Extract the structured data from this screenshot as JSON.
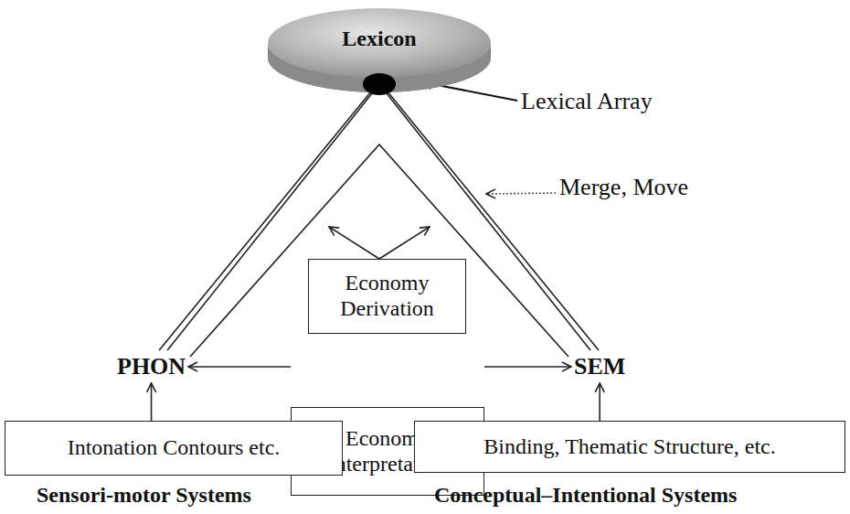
{
  "diagram": {
    "nodes": [
      {
        "text": [
          "Lexicon"
        ]
      },
      {
        "text": [
          "Economy Derivation"
        ]
      },
      {
        "text": [
          "PHON"
        ]
      },
      {
        "text": [
          "Economy Interpretation"
        ]
      },
      {
        "text": [
          "SEM"
        ]
      },
      {
        "text": [
          "Intonation Contours etc.",
          "Sensori-motor Systems"
        ]
      },
      {
        "text": [
          "Binding, Thematic Structure, etc.",
          "Conceptual–Intentional Systems"
        ]
      }
    ],
    "edges": [
      {
        "from": 0,
        "to": 2,
        "arrow": "none"
      },
      {
        "from": 0,
        "to": 4,
        "arrow": "none"
      },
      {
        "from": 3,
        "to": 2,
        "arrow": "to"
      },
      {
        "from": 3,
        "to": 4,
        "arrow": "to"
      },
      {
        "from": 5,
        "to": 2,
        "arrow": "to"
      },
      {
        "from": 6,
        "to": 4,
        "arrow": "to"
      }
    ],
    "labels": [
      "Lexical Array",
      "Merge, Move"
    ]
  }
}
